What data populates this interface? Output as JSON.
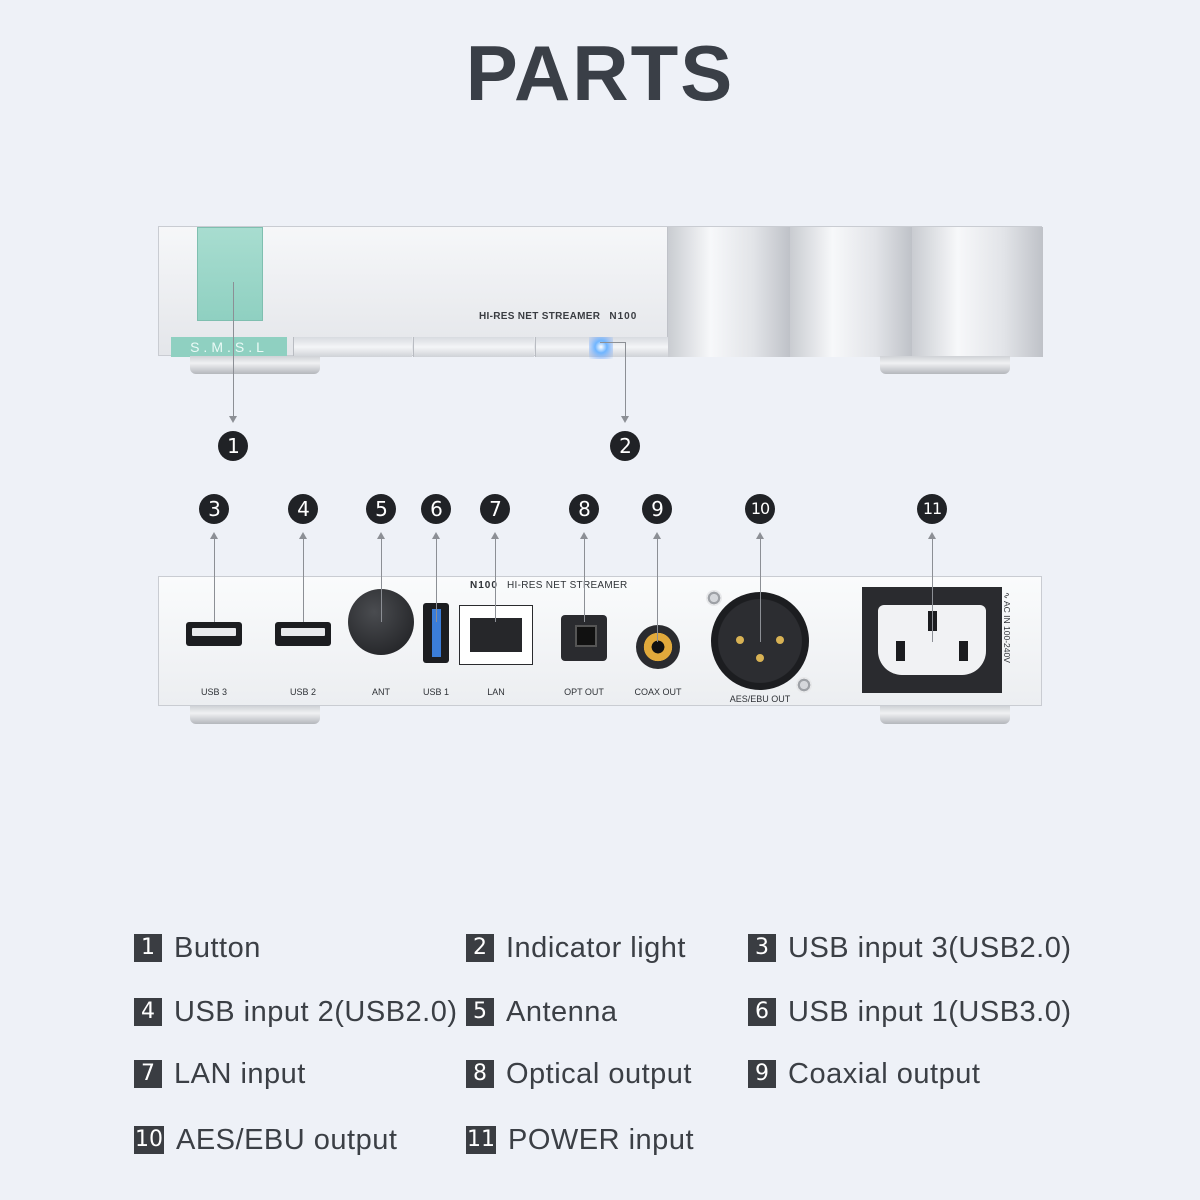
{
  "title": "PARTS",
  "front_device": {
    "logo": "S.M.S.L",
    "model_text": "HI-RES NET STREAMER",
    "model_mark": "N100"
  },
  "rear_device": {
    "model_mark": "N100",
    "model_text": "HI-RES NET STREAMER",
    "ports": {
      "usb3": "USB 3",
      "usb2": "USB 2",
      "ant": "ANT",
      "usb1": "USB 1",
      "lan": "LAN",
      "opt": "OPT OUT",
      "coax": "COAX OUT",
      "aes": "AES/EBU OUT"
    },
    "ac_in": "∿ AC IN 100-240V"
  },
  "callouts": [
    "1",
    "2",
    "3",
    "4",
    "5",
    "6",
    "7",
    "8",
    "9",
    "10",
    "11"
  ],
  "legend": [
    {
      "num": "1",
      "text": "Button"
    },
    {
      "num": "2",
      "text": "Indicator light"
    },
    {
      "num": "3",
      "text": "USB input 3(USB2.0)"
    },
    {
      "num": "4",
      "text": "USB input 2(USB2.0)"
    },
    {
      "num": "5",
      "text": "Antenna"
    },
    {
      "num": "6",
      "text": "USB input 1(USB3.0)"
    },
    {
      "num": "7",
      "text": "LAN input"
    },
    {
      "num": "8",
      "text": "Optical output"
    },
    {
      "num": "9",
      "text": "Coaxial output"
    },
    {
      "num": "10",
      "text": "AES/EBU output"
    },
    {
      "num": "11",
      "text": "POWER input"
    }
  ]
}
